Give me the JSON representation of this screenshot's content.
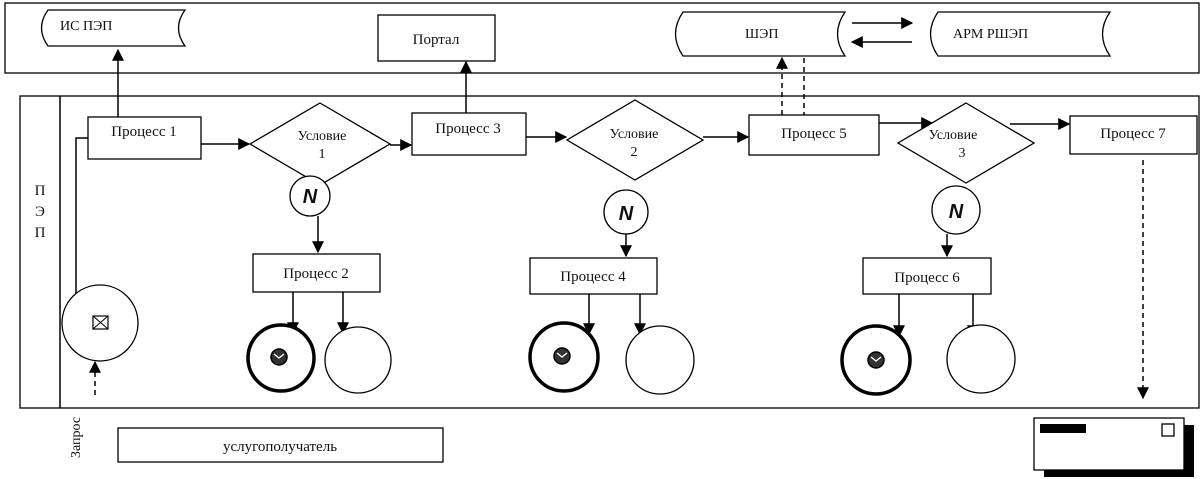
{
  "top_lane": {
    "db_is_pep": "ИС ПЭП",
    "portal": "Портал",
    "shep": "ШЭП",
    "arm_rshep": "АРМ РШЭП"
  },
  "main_lane": {
    "lane_label": [
      "П",
      "Э",
      "П"
    ]
  },
  "processes": {
    "p1": "Процесс 1",
    "p2": "Процесс 2",
    "p3": "Процесс 3",
    "p4": "Процесс 4",
    "p5": "Процесс 5",
    "p6": "Процесс 6",
    "p7": "Процесс 7"
  },
  "conditions": {
    "c1": [
      "Условие",
      "1"
    ],
    "c2": [
      "Условие",
      "2"
    ],
    "c3": [
      "Условие",
      "3"
    ]
  },
  "n_label": "N",
  "bottom": {
    "request": "Запрос",
    "recipient": "услугополучатель"
  }
}
